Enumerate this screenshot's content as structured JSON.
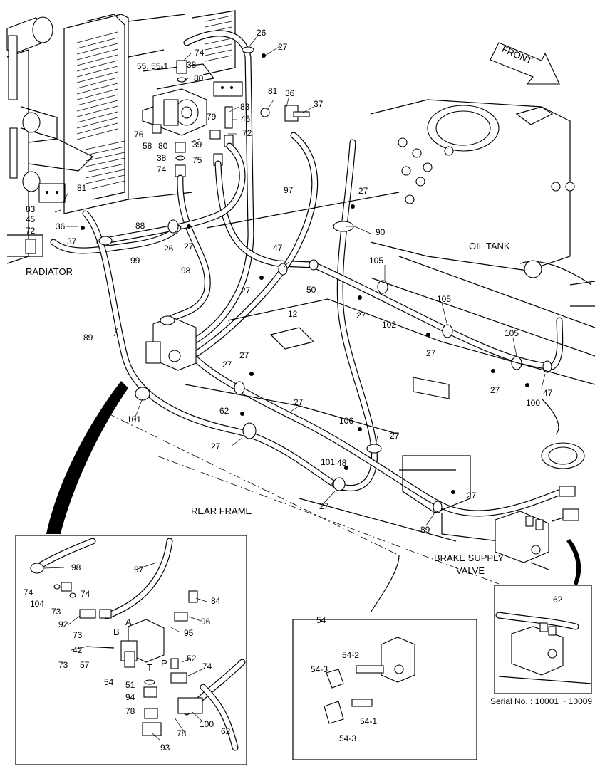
{
  "labels": {
    "front": "FRONT",
    "radiator": "RADIATOR",
    "oil_tank": "OIL TANK",
    "rear_frame": "REAR FRAME",
    "brake_supply_valve_1": "BRAKE SUPPLY",
    "brake_supply_valve_2": "VALVE",
    "serial": "Serial No. : 10001 ~ 10009"
  },
  "callouts_main": [
    "26",
    "27",
    "74",
    "55, 55-1",
    "38",
    "80",
    "81",
    "36",
    "37",
    "83",
    "46",
    "79",
    "72",
    "76",
    "58",
    "39",
    "80",
    "38",
    "75",
    "74",
    "97",
    "27",
    "90",
    "81",
    "83",
    "45",
    "72",
    "36",
    "37",
    "88",
    "26",
    "27",
    "99",
    "47",
    "98",
    "27",
    "50",
    "105",
    "27",
    "105",
    "102",
    "27",
    "105",
    "27",
    "47",
    "27",
    "100",
    "12",
    "89",
    "27",
    "62",
    "27",
    "106",
    "101",
    "27",
    "48",
    "27",
    "101",
    "27",
    "89",
    "27"
  ],
  "inset_left": {
    "callouts": [
      "98",
      "97",
      "74",
      "104",
      "73",
      "74",
      "84",
      "92",
      "96",
      "73",
      "95",
      "42",
      "73",
      "57",
      "52",
      "74",
      "54",
      "51",
      "94",
      "78",
      "100",
      "62",
      "78",
      "93"
    ],
    "ports": [
      "A",
      "B",
      "T",
      "P"
    ]
  },
  "inset_middle": {
    "title": "54",
    "callouts": [
      "54-2",
      "54-3",
      "54-1",
      "54-3"
    ]
  },
  "inset_right": {
    "callouts": [
      "62"
    ]
  }
}
